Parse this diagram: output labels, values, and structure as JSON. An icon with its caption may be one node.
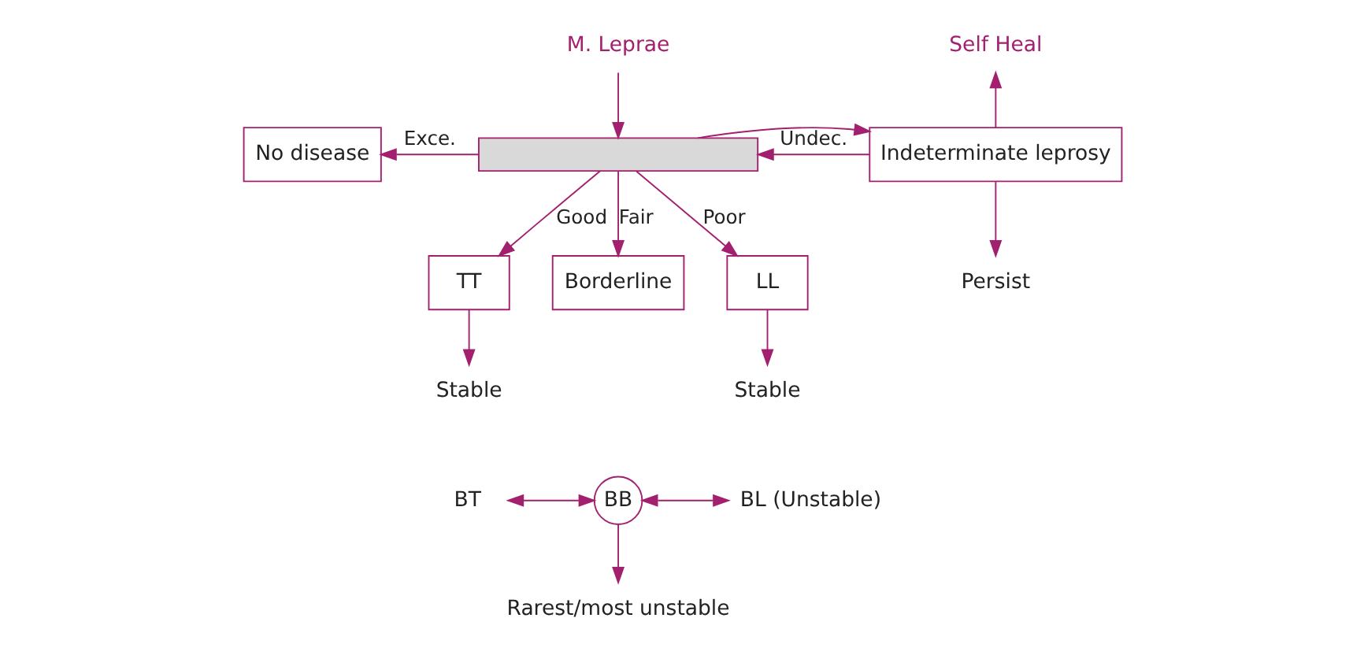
{
  "diagram": {
    "nodes": [
      {
        "text": [
          "M. Leprae"
        ]
      },
      {
        "text": [],
        "shape": "box"
      },
      {
        "text": [
          "No disease"
        ]
      },
      {
        "text": [
          "Indeterminate leprosy"
        ]
      },
      {
        "text": [
          "Self Heal"
        ]
      },
      {
        "text": [
          "Persist"
        ]
      },
      {
        "text": [
          "TT"
        ]
      },
      {
        "text": [
          "Borderline"
        ]
      },
      {
        "text": [
          "LL"
        ]
      },
      {
        "text": [
          "Stable"
        ]
      },
      {
        "text": [
          "Stable"
        ]
      },
      {
        "text": [
          "BT"
        ]
      },
      {
        "text": [
          "BB"
        ]
      },
      {
        "text": [
          "BL (Unstable)"
        ]
      },
      {
        "text": [
          "Rarest/most unstable"
        ]
      }
    ],
    "edges": [
      {
        "from": 0,
        "to": 1,
        "arrow": "to"
      },
      {
        "from": 1,
        "to": 2,
        "arrow": "to",
        "label": "Exce."
      },
      {
        "from": 3,
        "to": 1,
        "arrow": "to",
        "label": "Undec."
      },
      {
        "from": 1,
        "to": 3,
        "arrow": "to"
      },
      {
        "from": 3,
        "to": 4,
        "arrow": "to"
      },
      {
        "from": 3,
        "to": 5,
        "arrow": "to"
      },
      {
        "from": 1,
        "to": 6,
        "arrow": "to",
        "label": "Good"
      },
      {
        "from": 1,
        "to": 7,
        "arrow": "to",
        "label": "Fair"
      },
      {
        "from": 1,
        "to": 8,
        "arrow": "to",
        "label": "Poor"
      },
      {
        "from": 6,
        "to": 9,
        "arrow": "to"
      },
      {
        "from": 8,
        "to": 10,
        "arrow": "to"
      },
      {
        "from": 11,
        "to": 12,
        "arrow": "both"
      },
      {
        "from": 12,
        "to": 13,
        "arrow": "both"
      },
      {
        "from": 12,
        "to": 14,
        "arrow": "to"
      }
    ]
  }
}
